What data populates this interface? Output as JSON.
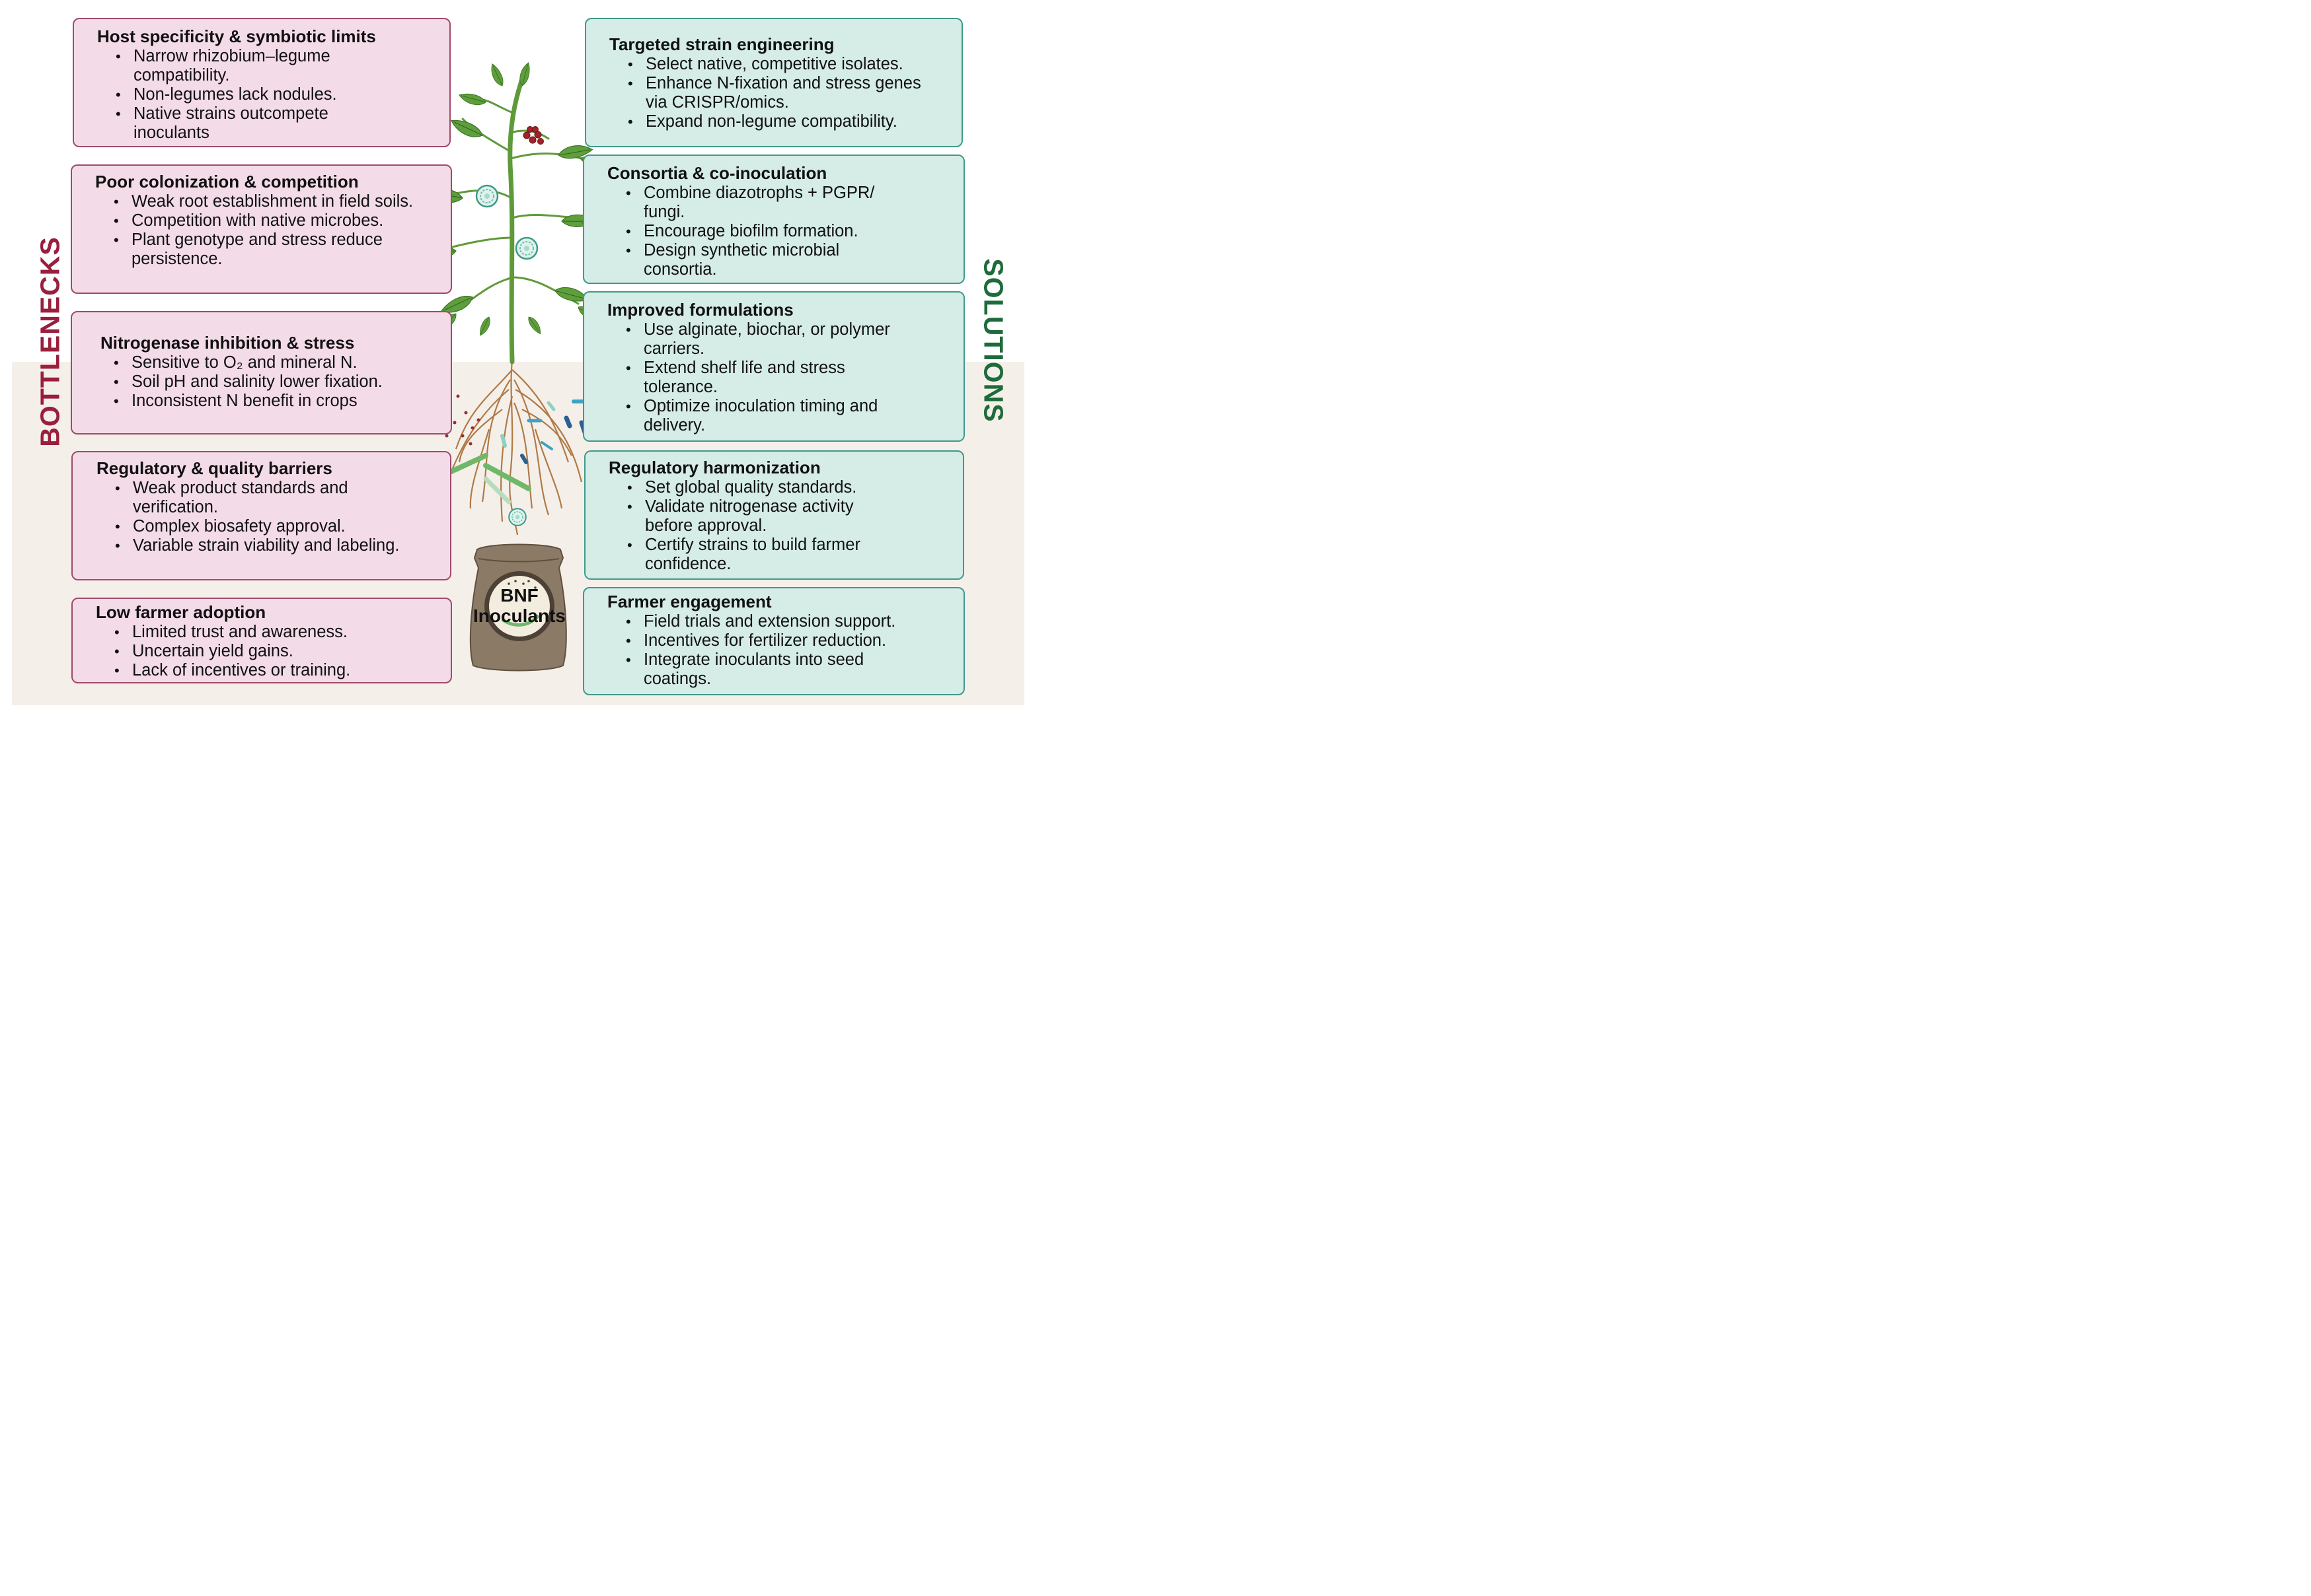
{
  "labels": {
    "left": "BOTTLENECKS",
    "right": "SOLUTIONS"
  },
  "bag_label": {
    "line1": "BNF",
    "line2": "Inoculants"
  },
  "bottlenecks": [
    {
      "title": "Host specificity & symbiotic limits",
      "items": [
        "Narrow rhizobium–legume compatibility.",
        "Non-legumes lack nodules.",
        "Native strains outcompete inoculants"
      ]
    },
    {
      "title": "Poor colonization & competition",
      "items": [
        "Weak root establishment in field soils.",
        "Competition with native microbes.",
        "Plant genotype and stress reduce persistence."
      ]
    },
    {
      "title": "Nitrogenase inhibition & stress",
      "items": [
        "Sensitive to O₂ and mineral N.",
        "Soil pH and salinity lower fixation.",
        "Inconsistent N benefit in crops"
      ]
    },
    {
      "title": "Regulatory & quality barriers",
      "items": [
        "Weak product standards and verification.",
        "Complex biosafety approval.",
        "Variable strain viability and labeling."
      ]
    },
    {
      "title": "Low farmer adoption",
      "items": [
        "Limited trust and awareness.",
        "Uncertain yield gains.",
        "Lack of incentives or training."
      ]
    }
  ],
  "solutions": [
    {
      "title": "Targeted strain engineering",
      "items": [
        "Select native, competitive isolates.",
        "Enhance N-fixation and stress genes via CRISPR/omics.",
        "Expand non-legume compatibility."
      ]
    },
    {
      "title": "Consortia & co-inoculation",
      "items": [
        "Combine diazotrophs + PGPR/ fungi.",
        "Encourage biofilm formation.",
        "Design synthetic microbial consortia."
      ]
    },
    {
      "title": "Improved formulations",
      "items": [
        "Use alginate, biochar, or polymer carriers.",
        "Extend shelf life and stress tolerance.",
        "Optimize inoculation timing and delivery."
      ]
    },
    {
      "title": "Regulatory harmonization",
      "items": [
        "Set global quality standards.",
        "Validate nitrogenase activity before approval.",
        "Certify strains to build farmer confidence."
      ]
    },
    {
      "title": "Farmer engagement",
      "items": [
        "Field trials and extension support.",
        "Incentives for fertilizer reduction.",
        "Integrate inoculants into seed coatings."
      ]
    }
  ],
  "colors": {
    "bottleneck_fill": "#f3dbe8",
    "bottleneck_border": "#a04a6c",
    "solution_fill": "#d5ece7",
    "solution_border": "#3f9a8a",
    "bottleneck_label": "#9a1f3c",
    "solution_label": "#1d6b3a"
  }
}
